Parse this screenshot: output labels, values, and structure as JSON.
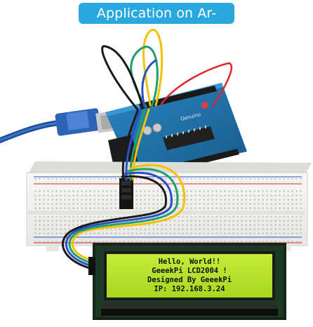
{
  "banner": {
    "title": "Application on Ar-duino"
  },
  "board": {
    "label": "Genuino"
  },
  "lcd": {
    "lines": [
      "Hello, World!!",
      "GeeekPi LCD2004 !",
      "Designed By GeeekPi",
      "IP: 192.168.3.24"
    ],
    "backlight_color": "#b6e32c"
  },
  "colors": {
    "banner": "#29a8e0",
    "usb_cable": "#1d4f9c",
    "wire_yellow": "#f2c200",
    "wire_green": "#22a06b",
    "wire_red": "#e0262b",
    "wire_black": "#1a1a1a",
    "wire_blue": "#2a4fc7",
    "board": "#1f6fa6"
  }
}
